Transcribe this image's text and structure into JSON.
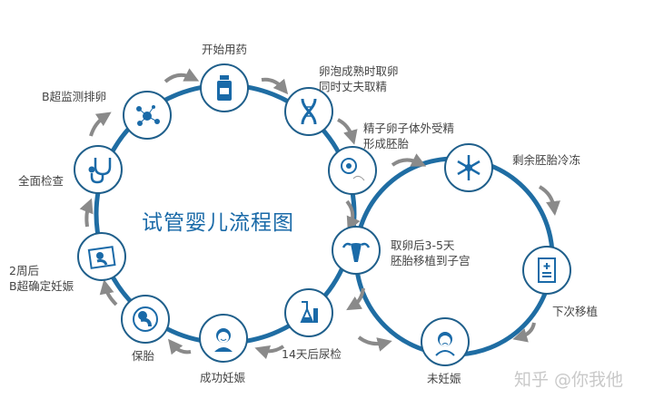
{
  "title": "试管婴儿流程图",
  "colors": {
    "ring": "#1f6da3",
    "icon": "#1a6aa8",
    "arrow": "#8a8a8a",
    "text": "#444444"
  },
  "steps": [
    {
      "label": "开始用药",
      "icon": "medicine-bottle-icon"
    },
    {
      "label_line1": "卵泡成熟时取卵",
      "label_line2": "同时丈夫取精",
      "icon": "dna-icon"
    },
    {
      "label_line1": "精子卵子体外受精",
      "label_line2": "形成胚胎",
      "icon": "egg-cell-icon"
    },
    {
      "label_line1": "取卵后3-5天",
      "label_line2": "胚胎移植到子宫",
      "icon": "uterus-icon"
    },
    {
      "label": "14天后尿检",
      "icon": "flask-icon"
    },
    {
      "label": "成功妊娠",
      "icon": "happy-woman-icon"
    },
    {
      "label": "保胎",
      "icon": "fetus-icon"
    },
    {
      "label_line1": "2周后",
      "label_line2": "B超确定妊娠",
      "icon": "ultrasound-icon"
    },
    {
      "label": "全面检查",
      "icon": "stethoscope-icon"
    },
    {
      "label": "B超监测排卵",
      "icon": "molecule-icon"
    }
  ],
  "side_steps": [
    {
      "label": "剩余胚胎冷冻",
      "icon": "snowflake-icon"
    },
    {
      "label": "下次移植",
      "icon": "document-icon"
    },
    {
      "label": "未妊娠",
      "icon": "sad-woman-icon"
    }
  ],
  "watermark": "知乎 @你我他"
}
